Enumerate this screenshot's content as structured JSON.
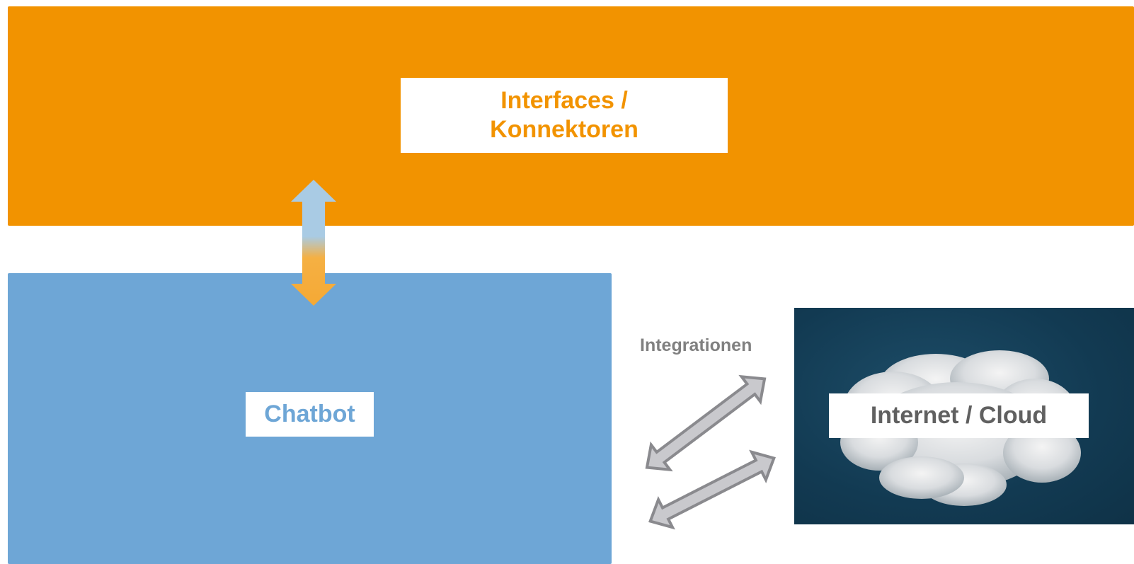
{
  "interfaces": {
    "line1": "Interfaces /",
    "line2": "Konnektoren"
  },
  "chatbot": {
    "label": "Chatbot"
  },
  "integrations": {
    "label": "Integrationen"
  },
  "cloud": {
    "label": "Internet / Cloud"
  },
  "colors": {
    "orange": "#f29300",
    "blue": "#6ea6d6",
    "arrow_gray": "#c8c8cc",
    "arrow_outline": "#8c8c90",
    "label_gray": "#606060",
    "cloud_bg": "#123a52"
  }
}
